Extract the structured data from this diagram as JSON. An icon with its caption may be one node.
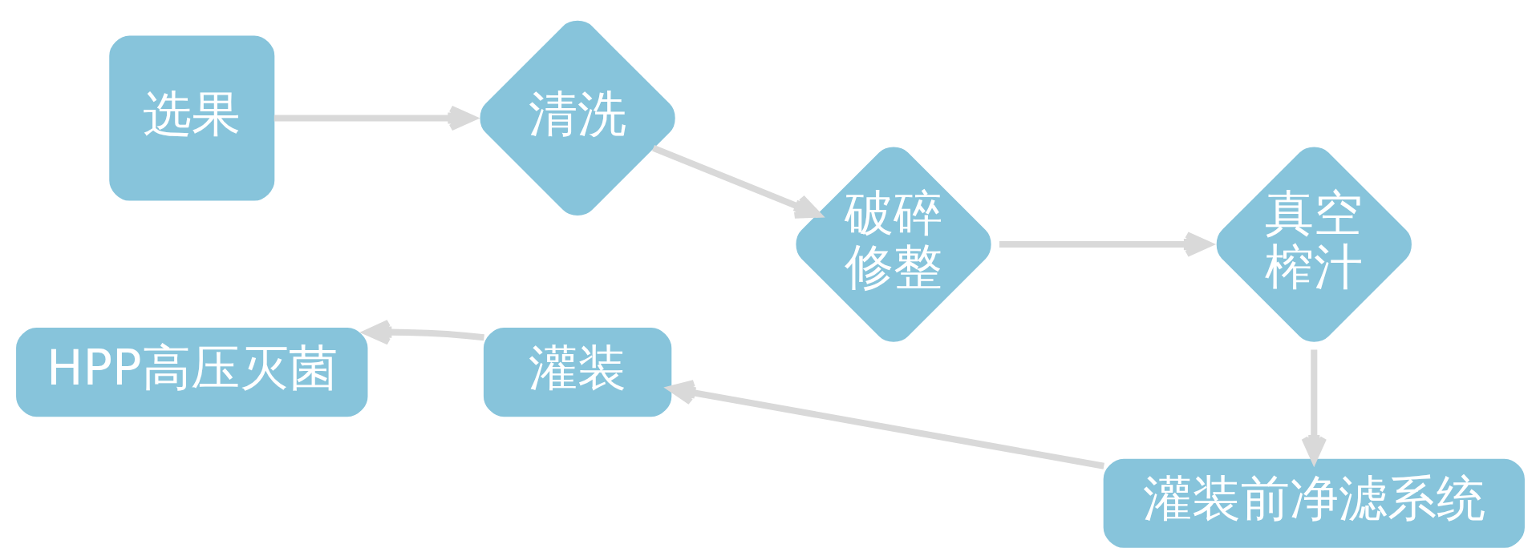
{
  "diagram": {
    "nodes": [
      {
        "text": [
          "选果"
        ]
      },
      {
        "text": [
          "清洗"
        ]
      },
      {
        "text": [
          "破碎修整"
        ]
      },
      {
        "text": [
          "真空榨汁"
        ]
      },
      {
        "text": [
          "灌装前净滤系统"
        ]
      },
      {
        "text": [
          "灌装"
        ]
      },
      {
        "text": [
          "HPP高压灭菌"
        ]
      }
    ],
    "edges": [
      {
        "from": 0,
        "to": 1,
        "arrow": "to"
      },
      {
        "from": 1,
        "to": 2,
        "arrow": "to"
      },
      {
        "from": 2,
        "to": 3,
        "arrow": "to"
      },
      {
        "from": 3,
        "to": 4,
        "arrow": "to"
      },
      {
        "from": 4,
        "to": 5,
        "arrow": "to"
      },
      {
        "from": 5,
        "to": 6,
        "arrow": "to"
      }
    ]
  }
}
